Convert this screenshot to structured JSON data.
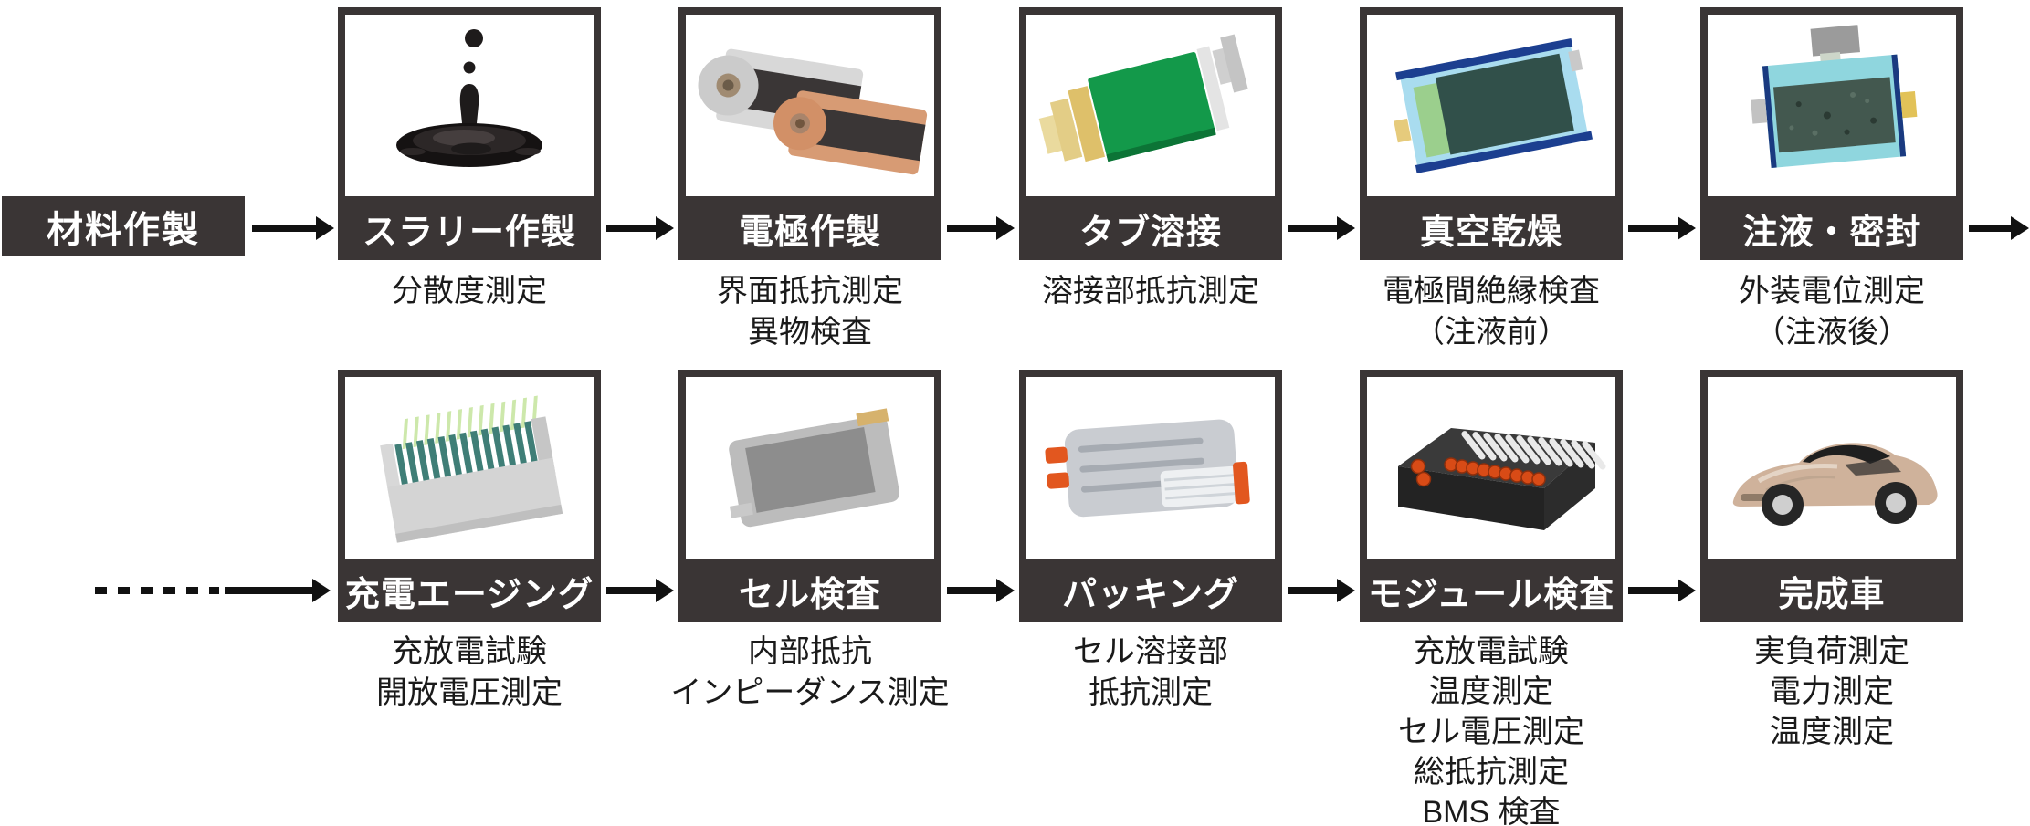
{
  "flow": {
    "title": "battery-production-process-flow",
    "start": {
      "label": "材料作製"
    },
    "top_row": [
      {
        "label": "スラリー作製",
        "image": "black-slurry-droplet-splash",
        "captions": [
          "分散度測定"
        ]
      },
      {
        "label": "電極作製",
        "image": "electrode-foil-rolls",
        "captions": [
          "界面抵抗測定",
          "異物検査"
        ]
      },
      {
        "label": "タブ溶接",
        "image": "green-cell-with-welded-tabs",
        "captions": [
          "溶接部抵抗測定"
        ]
      },
      {
        "label": "真空乾燥",
        "image": "layered-dry-cell-stack",
        "captions": [
          "電極間絶縁検査",
          "（注液前）"
        ]
      },
      {
        "label": "注液・密封",
        "image": "electrolyte-filled-sealed-pouch",
        "captions": [
          "外装電位測定",
          "（注液後）"
        ]
      }
    ],
    "bottom_row": [
      {
        "label": "充電エージング",
        "image": "cell-stack-aging-rack",
        "captions": [
          "充放電試験",
          "開放電圧測定"
        ]
      },
      {
        "label": "セル検査",
        "image": "gray-pouch-cell",
        "captions": [
          "内部抵抗",
          "インピーダンス測定"
        ]
      },
      {
        "label": "パッキング",
        "image": "metal-cell-pack-with-orange-connectors",
        "captions": [
          "セル溶接部",
          "抵抗測定"
        ]
      },
      {
        "label": "モジュール検査",
        "image": "battery-module-with-cylindrical-cells",
        "captions": [
          "充放電試験",
          "温度測定",
          "セル電圧測定",
          "総抵抗測定",
          "BMS 検査"
        ]
      },
      {
        "label": "完成車",
        "image": "finished-electric-vehicle",
        "captions": [
          "実負荷測定",
          "電力測定",
          "温度測定"
        ]
      }
    ],
    "colors": {
      "bar_bg": "#3a3535",
      "label_text": "#ffffff",
      "caption_text": "#1a1a1a",
      "arrow": "#111111",
      "page_bg": "#ffffff"
    }
  }
}
